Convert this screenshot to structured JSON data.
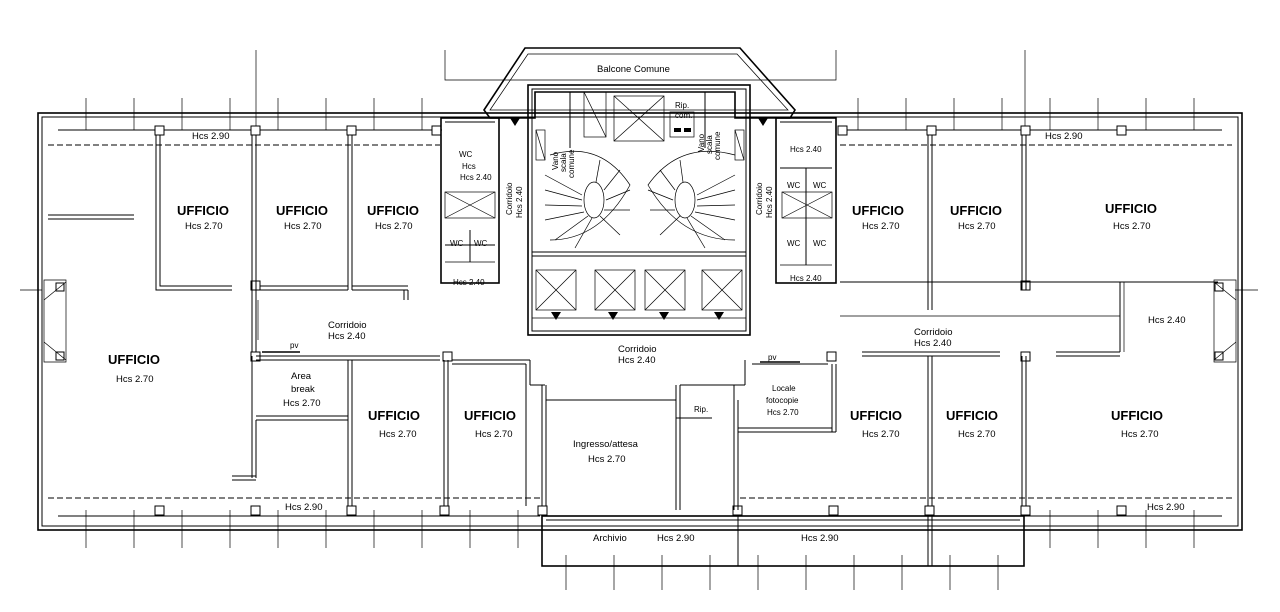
{
  "labels": {
    "balcone": "Balcone Comune",
    "rip_com": "Rip.",
    "rip_com2": "com.",
    "vano_l1": "Vano",
    "vano_l2": "scala",
    "vano_l3": "comune",
    "vano_r1": "Vano",
    "vano_r2": "scala",
    "vano_r3": "comune",
    "ufficio": "UFFICIO",
    "hcs270": "Hcs 2.70",
    "hcs290": "Hcs 2.90",
    "hcs240": "Hcs 2.40",
    "wc": "WC",
    "corridoio": "Corridoio",
    "area_break1": "Area",
    "area_break2": "break",
    "ingresso": "Ingresso/attesa",
    "locale1": "Locale",
    "locale2": "fotocopie",
    "rip": "Rip.",
    "archivio": "Archivio",
    "pv": "pv",
    "hcs": "Hcs"
  }
}
